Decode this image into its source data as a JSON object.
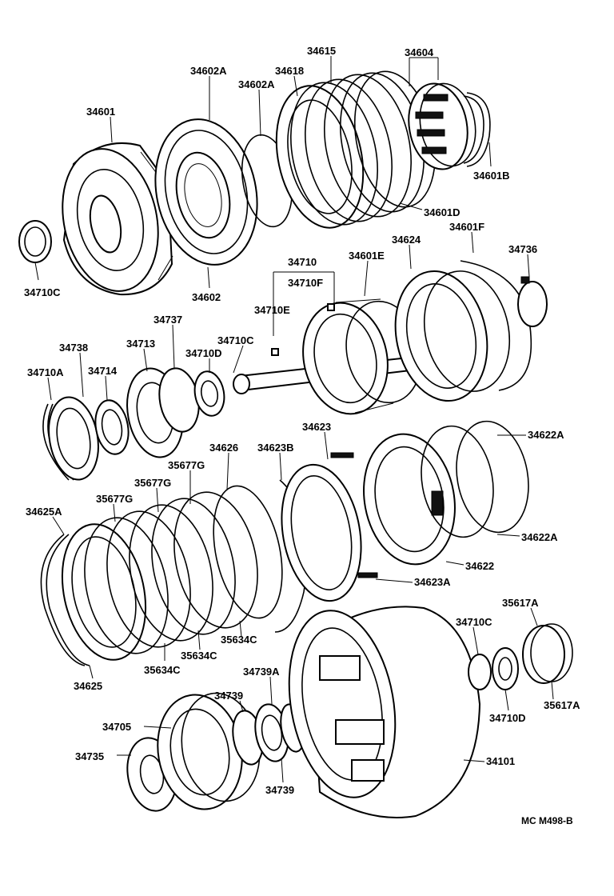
{
  "labels": {
    "p34601": "34601",
    "p34602A_top": "34602A",
    "p34618": "34618",
    "p34615": "34615",
    "p34604": "34604",
    "p34602A_mid": "34602A",
    "p34601B": "34601B",
    "p34601D": "34601D",
    "p34710C_left": "34710C",
    "p34602": "34602",
    "p34710": "34710",
    "p34710F": "34710F",
    "p34710E": "34710E",
    "p34601E": "34601E",
    "p34624": "34624",
    "p34601F": "34601F",
    "p34736": "34736",
    "p34737": "34737",
    "p34738": "34738",
    "p34713": "34713",
    "p34710D_top": "34710D",
    "p34710C_mid": "34710C",
    "p34710A": "34710A",
    "p34714": "34714",
    "p34623": "34623",
    "p34622A_top": "34622A",
    "p34626": "34626",
    "p34623B": "34623B",
    "p35677G_1": "35677G",
    "p35677G_2": "35677G",
    "p35677G_3": "35677G",
    "p34625A": "34625A",
    "p34622A_bot": "34622A",
    "p34622": "34622",
    "p34623A": "34623A",
    "p35617A_top": "35617A",
    "p34710C_right": "34710C",
    "p35634C_1": "35634C",
    "p35634C_2": "35634C",
    "p35634C_3": "35634C",
    "p34625": "34625",
    "p34739A": "34739A",
    "p34739_top": "34739",
    "p34710D_bot": "34710D",
    "p35617A_bot": "35617A",
    "p34705": "34705",
    "p34735": "34735",
    "p34739_bot": "34739",
    "p34101": "34101"
  },
  "code": "MC  M498-B"
}
